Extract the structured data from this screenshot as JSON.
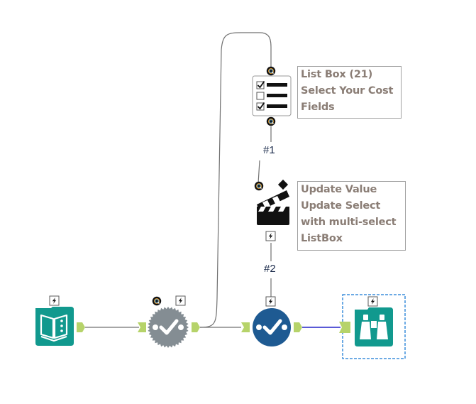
{
  "canvas": {
    "background": "#ffffff",
    "accent_colors": {
      "teal": "#11998e",
      "gray_tool": "#848d93",
      "blue_tool": "#1e5a92",
      "anchor_green": "#b6d36a",
      "selected_connection": "#2424c8",
      "selection_border": "#3c8ddc",
      "connection": "#707070"
    }
  },
  "tools": [
    {
      "id": "input",
      "name": "Text Input / Browse tool",
      "icon": "book-icon",
      "badge": "lightning"
    },
    {
      "id": "checkpoint",
      "name": "Check tool (gray)",
      "icon": "checkmark-gear-icon",
      "badge": "lightning",
      "question_anchor": true
    },
    {
      "id": "list-box",
      "name": "List Box",
      "icon": "checklist-icon"
    },
    {
      "id": "action",
      "name": "Action",
      "icon": "clapperboard-icon",
      "badge": "lightning"
    },
    {
      "id": "macro-output",
      "name": "Check tool (blue)",
      "icon": "checkmark-circle-icon",
      "badge": "lightning"
    },
    {
      "id": "browse",
      "name": "Browse",
      "icon": "binoculars-icon",
      "badge": "lightning",
      "selected": true
    }
  ],
  "annotations": {
    "list_box": [
      "List Box (21)",
      "Select Your Cost",
      "Fields"
    ],
    "action": [
      "Update Value",
      "Update Select",
      "with multi-select",
      "ListBox"
    ]
  },
  "connection_labels": {
    "first": "#1",
    "second": "#2"
  },
  "anchor_glyphs": {
    "question": "Q",
    "lightning": "⚡"
  }
}
